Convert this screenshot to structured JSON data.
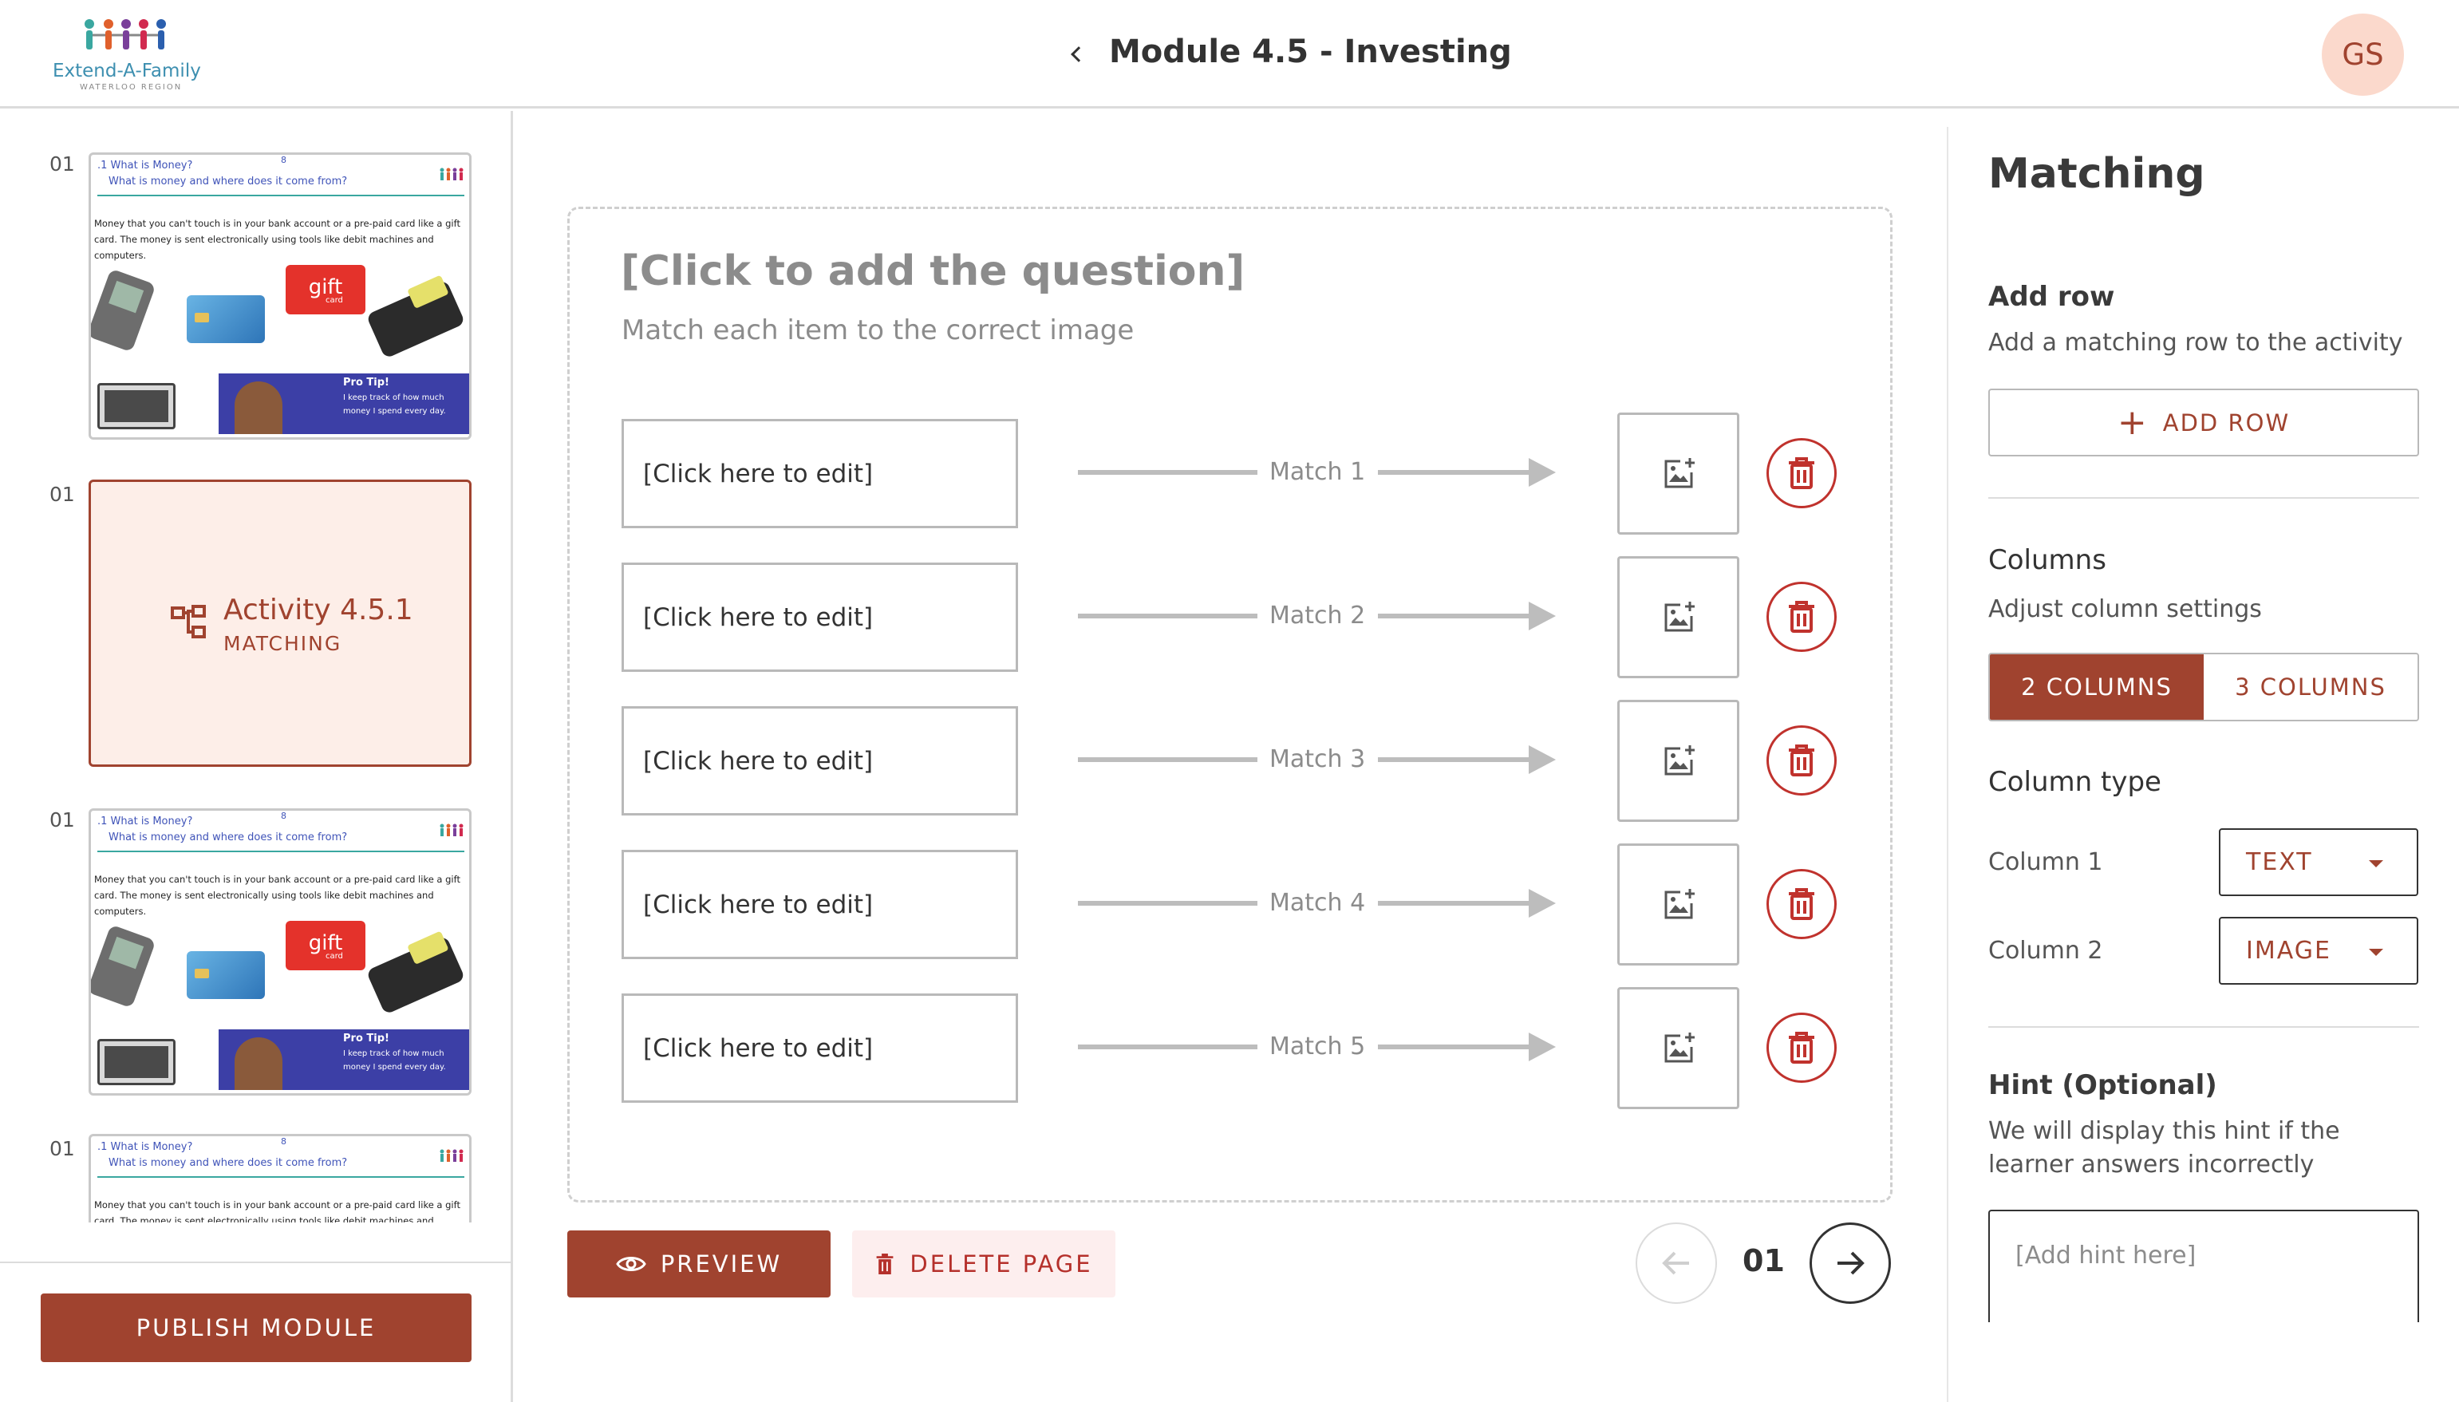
{
  "header": {
    "logo_name": "Extend-A-Family",
    "logo_sub": "WATERLOO REGION",
    "module_title": "Module 4.5 - Investing",
    "avatar_initials": "GS"
  },
  "sidebar": {
    "pages": [
      {
        "number": "01",
        "kind": "slide",
        "slide_title": ".1 What is Money?",
        "slide_subtitle": "What is money and where does it come from?",
        "slide_page": "8",
        "slide_body": "Money that you can't touch is in your bank account or a pre-paid card like a gift card.  The money is sent electronically using tools like debit machines and computers.",
        "gift_label": "gift",
        "gift_sub": "card",
        "tip_title": "Pro Tip!",
        "tip_text": "I keep track of how much money I spend every day."
      },
      {
        "number": "01",
        "kind": "activity",
        "activity_title": "Activity 4.5.1",
        "activity_type": "MATCHING"
      },
      {
        "number": "01",
        "kind": "slide",
        "slide_title": ".1 What is Money?",
        "slide_subtitle": "What is money and where does it come from?",
        "slide_page": "8",
        "slide_body": "Money that you can't touch is in your bank account or a pre-paid card like a gift card.  The money is sent electronically using tools like debit machines and computers.",
        "gift_label": "gift",
        "gift_sub": "card",
        "tip_title": "Pro Tip!",
        "tip_text": "I keep track of how much money I spend every day."
      },
      {
        "number": "01",
        "kind": "slide-partial",
        "slide_title": ".1 What is Money?",
        "slide_subtitle": "What is money and where does it come from?",
        "slide_page": "8",
        "slide_body": "Money that you can't touch is in your bank account or a pre-paid card like a gift card.  The money is sent electronically using tools like debit machines and"
      }
    ],
    "publish_label": "PUBLISH MODULE"
  },
  "canvas": {
    "question_placeholder": "[Click to add the question]",
    "instruction": "Match each item to the correct image",
    "rows": [
      {
        "text": "[Click here to edit]",
        "match_label": "Match 1"
      },
      {
        "text": "[Click here to edit]",
        "match_label": "Match 2"
      },
      {
        "text": "[Click here to edit]",
        "match_label": "Match 3"
      },
      {
        "text": "[Click here to edit]",
        "match_label": "Match 4"
      },
      {
        "text": "[Click here to edit]",
        "match_label": "Match 5"
      }
    ]
  },
  "footer": {
    "preview_label": "PREVIEW",
    "delete_label": "DELETE PAGE",
    "page_number": "01"
  },
  "panel": {
    "title": "Matching",
    "add_row": {
      "heading": "Add row",
      "description": "Add a matching row to the activity",
      "button_label": "ADD ROW"
    },
    "columns": {
      "heading": "Columns",
      "description": "Adjust column settings",
      "options": [
        "2 COLUMNS",
        "3 COLUMNS"
      ],
      "selected": "2 COLUMNS"
    },
    "column_type": {
      "heading": "Column type",
      "column1_label": "Column 1",
      "column1_value": "TEXT",
      "column2_label": "Column 2",
      "column2_value": "IMAGE"
    },
    "hint": {
      "heading": "Hint (Optional)",
      "description_line1": "We will display this hint if the",
      "description_line2": "learner answers incorrectly",
      "placeholder": "[Add hint here]"
    }
  },
  "colors": {
    "accent": "#a0432f",
    "accent_light": "#fdeee8",
    "danger": "#c0322d",
    "danger_light": "#fdeeee",
    "avatar_bg": "#fbd9cc",
    "border": "#b9b9b9",
    "muted_text": "#8c8c8c"
  },
  "icons": {
    "back": "chevron-left-icon",
    "activity": "flowchart-icon",
    "add_image": "add-image-icon",
    "delete_row": "trash-icon",
    "preview": "eye-icon",
    "delete_page": "trash-icon",
    "prev_page": "arrow-left-icon",
    "next_page": "arrow-right-icon",
    "add_row": "plus-icon",
    "dropdown": "caret-down-icon"
  }
}
